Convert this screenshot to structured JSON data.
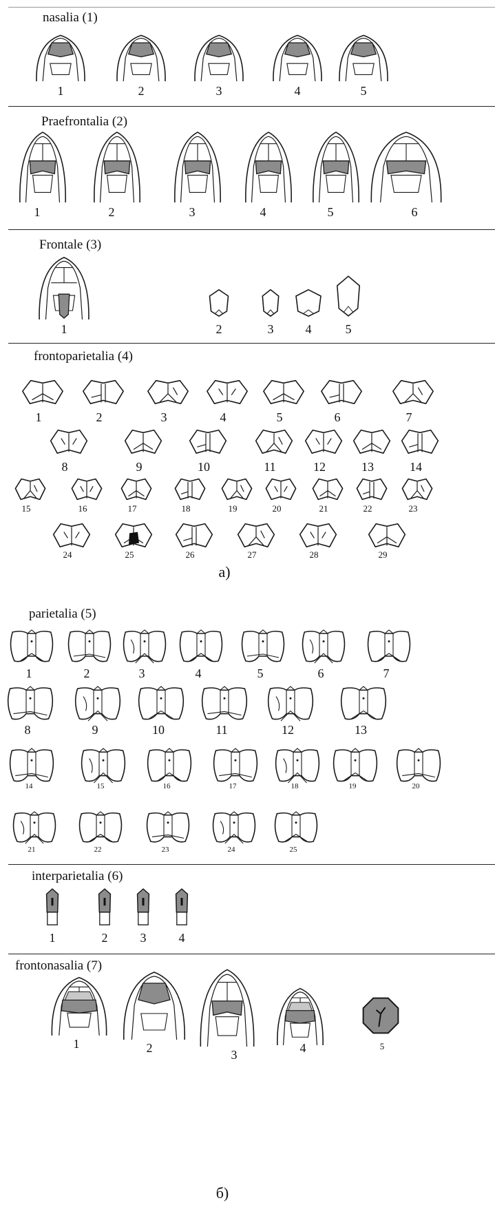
{
  "colors": {
    "ink": "#1a1a1a",
    "shade": "#8c8c8c",
    "light_shade": "#c8c8c8",
    "dark": "#111111"
  },
  "panel_a": {
    "label": "а)",
    "nasalia": {
      "title": "nasalia (1)",
      "numbers": [
        "1",
        "2",
        "3",
        "4",
        "5"
      ]
    },
    "praefrontalia": {
      "title": "Praefrontalia (2)",
      "numbers": [
        "1",
        "2",
        "3",
        "4",
        "5",
        "6"
      ]
    },
    "frontale": {
      "title": "Frontale (3)",
      "numbers": [
        "1",
        "2",
        "3",
        "4",
        "5"
      ]
    },
    "frontoparietalia": {
      "title": "frontoparietalia (4)",
      "numbers": [
        "1",
        "2",
        "3",
        "4",
        "5",
        "6",
        "7",
        "8",
        "9",
        "10",
        "11",
        "12",
        "13",
        "14",
        "15",
        "16",
        "17",
        "18",
        "19",
        "20",
        "21",
        "22",
        "23",
        "24",
        "25",
        "26",
        "27",
        "28",
        "29"
      ]
    }
  },
  "panel_b": {
    "label": "б)",
    "parietalia": {
      "title": "parietalia (5)",
      "numbers": [
        "1",
        "2",
        "3",
        "4",
        "5",
        "6",
        "7",
        "8",
        "9",
        "10",
        "11",
        "12",
        "13",
        "14",
        "15",
        "16",
        "17",
        "18",
        "19",
        "20",
        "21",
        "22",
        "23",
        "24",
        "25"
      ]
    },
    "interparietalia": {
      "title": "interparietalia (6)",
      "numbers": [
        "1",
        "2",
        "3",
        "4"
      ]
    },
    "frontonasalia": {
      "title": "frontonasalia (7)",
      "numbers": [
        "1",
        "2",
        "3",
        "4",
        "5"
      ]
    }
  }
}
